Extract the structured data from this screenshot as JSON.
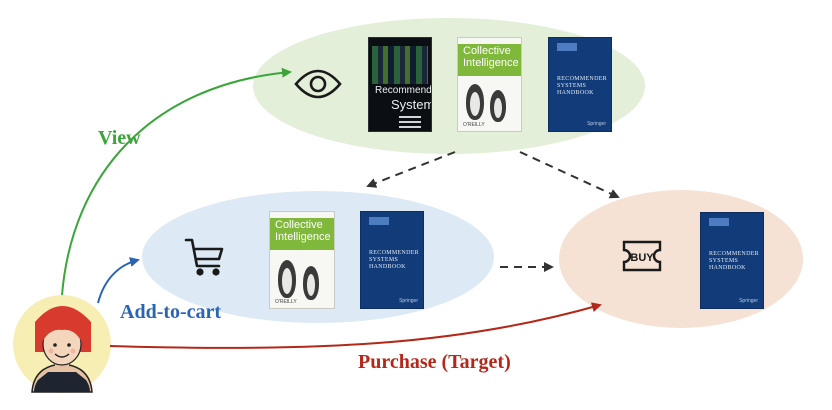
{
  "labels": {
    "view": "View",
    "add_to_cart": "Add-to-cart",
    "purchase": "Purchase (Target)",
    "buy_icon_text": "BUY"
  },
  "colors": {
    "view_green": "#3aa63a",
    "cart_blue": "#2a64b5",
    "purchase_red": "#b4281a",
    "view_ellipse": "#e3efd9",
    "cart_ellipse": "#dde9f5",
    "buy_ellipse": "#f6e2d4",
    "user_circle": "#f7eeb4",
    "dashed_arrow": "#333333"
  },
  "icons": {
    "view": "eye-icon",
    "cart": "shopping-cart-icon",
    "buy": "buy-ticket-icon",
    "user": "user-avatar-icon"
  },
  "books": {
    "recommender_systems": {
      "title_line1": "Recommender",
      "title_line2": "Systems"
    },
    "collective_intelligence": {
      "title_line1": "Collective",
      "title_line2": "Intelligence"
    },
    "handbook": {
      "title": "RECOMMENDER SYSTEMS HANDBOOK"
    }
  }
}
